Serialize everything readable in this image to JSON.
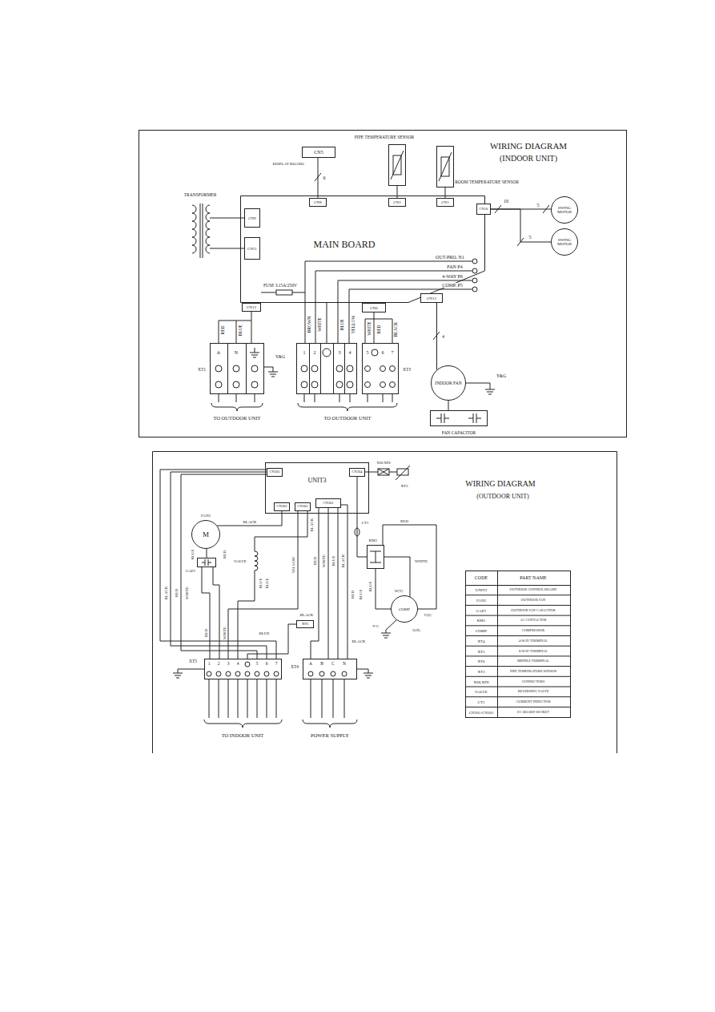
{
  "diagram": {
    "nodes": [
      {
        "text": [
          "CN5",
          "DISPLAY BOARD"
        ]
      },
      {
        "text": [
          "PIPE TEMPERATURE SENSOR"
        ]
      },
      {
        "text": [
          "ROOM TEMPERATURE SENSOR"
        ]
      },
      {
        "text": [
          "TRANSFORMER"
        ]
      },
      {
        "text": [
          "MAIN BOARD"
        ]
      },
      {
        "text": [
          "CN8"
        ],
        "in": 4
      },
      {
        "text": [
          "CN2"
        ],
        "in": 4
      },
      {
        "text": [
          "CN1"
        ],
        "in": 4
      },
      {
        "text": [
          "CN10"
        ],
        "in": 4
      },
      {
        "text": [
          "CN9"
        ],
        "in": 4
      },
      {
        "text": [
          "CN11"
        ],
        "in": 4
      },
      {
        "text": [
          "CN13"
        ],
        "in": 4
      },
      {
        "text": [
          "CN6"
        ],
        "in": 4
      },
      {
        "text": [
          "CN12"
        ],
        "in": 4
      },
      {
        "text": [
          "SWING MOTOR"
        ]
      },
      {
        "text": [
          "SWING MOTOR"
        ]
      },
      {
        "text": [
          "XT1",
          "A",
          "N"
        ]
      },
      {
        "text": [
          "1",
          "2",
          "3",
          "4"
        ]
      },
      {
        "text": [
          "XT3",
          "5",
          "6",
          "7"
        ]
      },
      {
        "text": [
          "INDOOR FAN"
        ]
      },
      {
        "text": [
          "FAN CAPACITOR"
        ]
      },
      {
        "text": [
          "UNIT3"
        ]
      },
      {
        "text": [
          "CN305"
        ],
        "in": 21
      },
      {
        "text": [
          "CN304"
        ],
        "in": 21
      },
      {
        "text": [
          "CN303"
        ],
        "in": 21
      },
      {
        "text": [
          "CN302"
        ],
        "in": 21
      },
      {
        "text": [
          "CN301"
        ],
        "in": 21
      },
      {
        "text": [
          "M",
          "FAN2"
        ]
      },
      {
        "text": [
          "CAP2"
        ]
      },
      {
        "text": [
          "KM1"
        ]
      },
      {
        "text": [
          "COMP"
        ]
      },
      {
        "text": [
          "XT6"
        ]
      },
      {
        "text": [
          "XT5",
          "1",
          "2",
          "3",
          "4",
          "5",
          "6",
          "7"
        ]
      },
      {
        "text": [
          "XT4",
          "A",
          "B",
          "C",
          "N"
        ]
      }
    ],
    "edges": [
      {
        "from": 0,
        "to": 5,
        "arrow": "none",
        "label": "6"
      },
      {
        "from": 1,
        "to": 6,
        "arrow": "none"
      },
      {
        "from": 2,
        "to": 7,
        "arrow": "none"
      },
      {
        "from": 3,
        "to": 9,
        "arrow": "none"
      },
      {
        "from": 3,
        "to": 10,
        "arrow": "none"
      },
      {
        "from": 8,
        "to": 14,
        "arrow": "none"
      },
      {
        "from": 8,
        "to": 15,
        "arrow": "none"
      },
      {
        "from": 11,
        "to": 16,
        "arrow": "none"
      },
      {
        "from": 12,
        "to": 18,
        "arrow": "none"
      },
      {
        "from": 4,
        "to": 17,
        "arrow": "none"
      },
      {
        "from": 13,
        "to": 19,
        "arrow": "none",
        "label": "4"
      },
      {
        "from": 19,
        "to": 20,
        "arrow": "none"
      },
      {
        "from": 22,
        "to": 32,
        "arrow": "none"
      },
      {
        "from": 24,
        "to": 27,
        "arrow": "none"
      },
      {
        "from": 27,
        "to": 28,
        "arrow": "none"
      },
      {
        "from": 26,
        "to": 33,
        "arrow": "none"
      },
      {
        "from": 29,
        "to": 30,
        "arrow": "none"
      },
      {
        "from": 31,
        "to": 32,
        "arrow": "none"
      }
    ],
    "labels": [
      "WIRING DIAGRAM",
      "(INDOOR UNIT)",
      "OUT-PRO. N1",
      "FAN P4",
      "4-WAY P6",
      "COMP. P5",
      "FUSE 3.15A/250V",
      "10",
      "5",
      "5",
      "RED",
      "BLUE",
      "Y&G",
      "BROWN",
      "WHITE",
      "BLUE",
      "YELLOW",
      "WHITE",
      "RED",
      "BLACK",
      "Y&G",
      "TO OUTDOOR UNIT",
      "TO OUTDOOR UNIT",
      "WIRING DIAGRAM",
      "(OUTDOOR UNIT)",
      "XS8 XP8",
      "XT3",
      "BLACK",
      "BLACK",
      "BLUE",
      "RED",
      "VALVE",
      "YELLOW",
      "BLUE",
      "BLUE",
      "RED",
      "WHITE",
      "BLUE",
      "BLACK",
      "CT1",
      "RED",
      "BLUE",
      "WHITE",
      "W(Y)",
      "V(Z)",
      "U(X)",
      "Y/G",
      "RED",
      "BLUE",
      "BLACK",
      "BLACK",
      "BLACK",
      "RED",
      "WHITE",
      "RED",
      "WHITE",
      "BLUE",
      "TO INDOOR UNIT",
      "POWER SUPPLY",
      "CODE",
      "PART NAME",
      "UNIT3",
      "OUTDOOR CONTROL BOARD",
      "FAN2",
      "OUTDOOR FAN",
      "CAP2",
      "OUTDOOR FAN CAPACITOR",
      "KM1",
      "AC CONTACTOR",
      "COMP",
      "COMPRESSOR",
      "XT4",
      "4-WAY TERMINAL",
      "XT5",
      "8-WAY TERMINAL",
      "XT6",
      "MIDDLE TERMINAL",
      "XT3",
      "PIPE TEMPERATURE SENSOR",
      "XS8,XP8",
      "CONNECTORS",
      "VALVE",
      "REVERSING VALVE",
      "CT1",
      "CURRENT INDUCTOR",
      "CN301-CN305",
      "P.C BOARD SOCKET"
    ]
  }
}
